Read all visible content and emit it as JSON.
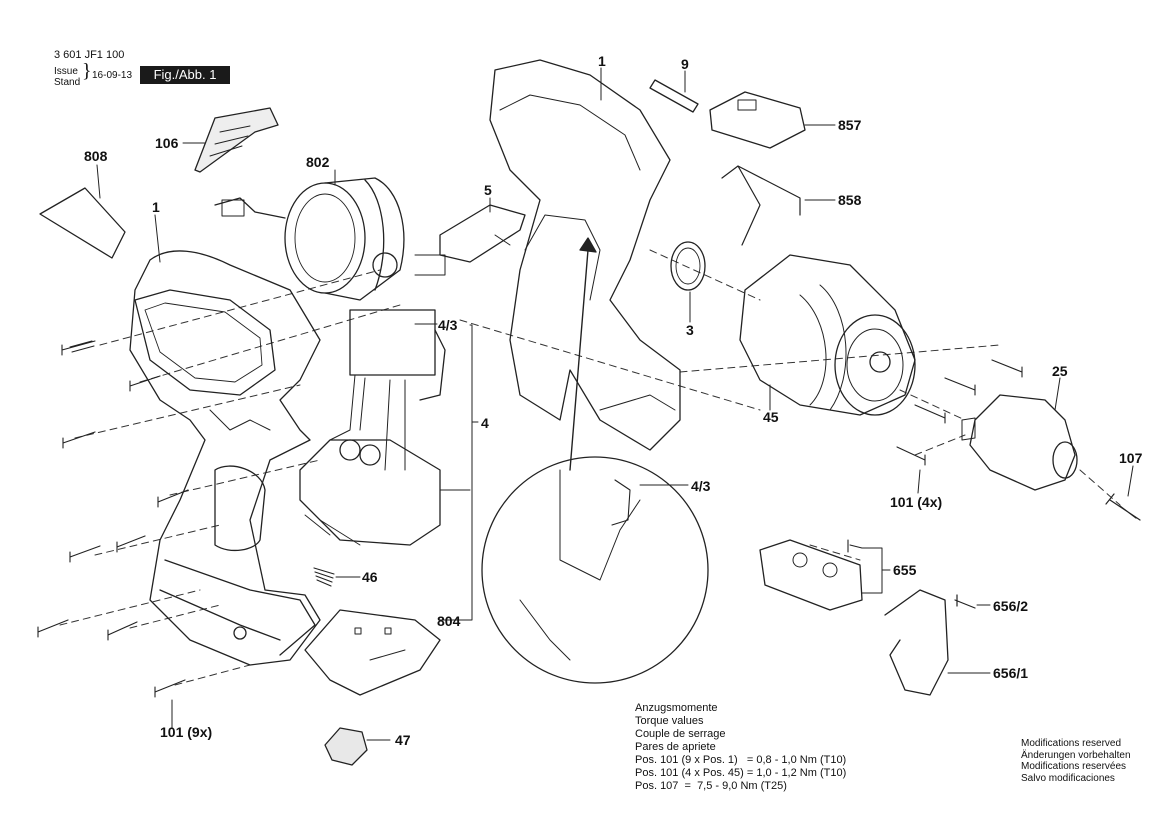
{
  "header": {
    "part_number": "3 601 JF1 100",
    "issue_label": "Issue",
    "stand_label": "Stand",
    "date": "16-09-13",
    "figure": "Fig./Abb. 1"
  },
  "callouts": {
    "c808": "808",
    "c106": "106",
    "c802": "802",
    "c1_left": "1",
    "c1_top": "1",
    "c5": "5",
    "c9": "9",
    "c857": "857",
    "c858": "858",
    "c3": "3",
    "c4_3_upper": "4/3",
    "c4": "4",
    "c4_3_lower": "4/3",
    "c45": "45",
    "c25": "25",
    "c107": "107",
    "c101_4x": "101 (4x)",
    "c46": "46",
    "c804": "804",
    "c655": "655",
    "c656_2": "656/2",
    "c656_1": "656/1",
    "c101_9x": "101 (9x)",
    "c47": "47"
  },
  "torque": {
    "line1": "Anzugsmomente",
    "line2": "Torque values",
    "line3": "Couple de serrage",
    "line4": "Pares de apriete",
    "line5": "Pos. 101 (9 x Pos. 1)   = 0,8 - 1,0 Nm (T10)",
    "line6": "Pos. 101 (4 x Pos. 45) = 1,0 - 1,2 Nm (T10)",
    "line7": "Pos. 107  =  7,5 - 9,0 Nm (T25)"
  },
  "modifications": {
    "de": "Modifications reserved",
    "en": "Änderungen vorbehalten",
    "fr": "Modifications reservées",
    "es": "Salvo modificaciones"
  }
}
